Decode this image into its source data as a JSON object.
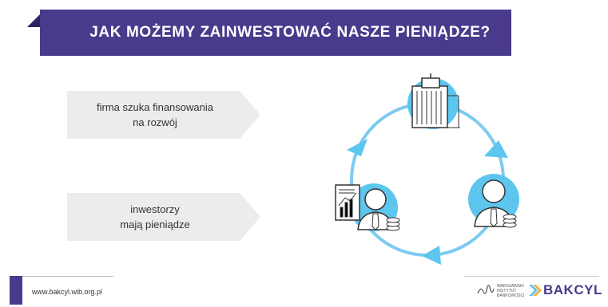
{
  "banner": {
    "title": "JAK MOŻEMY ZAINWESTOWAĆ NASZE PIENIĄDZE?",
    "color": "#4a3a8c"
  },
  "boxes": [
    {
      "text": "firma szuka finansowania\nna rozwój"
    },
    {
      "text": "inwestorzy\nmają pieniądze"
    }
  ],
  "cycle": {
    "nodes": [
      {
        "icon": "office-building-icon"
      },
      {
        "icon": "businessman-icon"
      },
      {
        "icon": "investor-with-chart-icon"
      }
    ],
    "arrow_color": "#7ecbef",
    "circle_color": "#5cc6ef"
  },
  "footer": {
    "url": "www.bakcyl.wib.org.pl",
    "wib_text": "WARSZAWSKI\nINSTYTUT\nBANKOWOŚCI",
    "brand": "BAKCYL"
  }
}
